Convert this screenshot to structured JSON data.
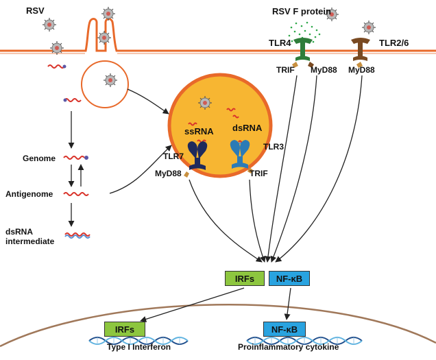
{
  "labels": {
    "rsv": "RSV",
    "rsv_f_protein": "RSV F protein",
    "tlr4": "TLR4",
    "tlr2_6": "TLR2/6",
    "trif_top": "TRIF",
    "myd88_tlr4": "MyD88",
    "myd88_tlr26": "MyD88",
    "ssrna": "ssRNA",
    "dsrna": "dsRNA",
    "tlr7": "TLR7",
    "tlr3": "TLR3",
    "myd88_endo": "MyD88",
    "trif_endo": "TRIF",
    "genome": "Genome",
    "antigenome": "Antigenome",
    "dsrna_intermediate_1": "dsRNA",
    "dsrna_intermediate_2": "intermediate",
    "irfs": "IRFs",
    "nfkb": "NF-κB",
    "irfs_nucleus": "IRFs",
    "nfkb_nucleus": "NF-κB",
    "type_i_interferon": "Type I Interferon",
    "proinflammatory_cytokine": "Proinflammatory cytokine"
  },
  "colors": {
    "membrane": "#e8692a",
    "endosome_fill": "#f7b632",
    "endosome_border": "#e8692a",
    "nucleus_membrane": "#a0785a",
    "irfs_box": "#8dc63f",
    "nfkb_box": "#29a3e0",
    "tlr4": "#2f7d3a",
    "tlr2_6": "#7a4a22",
    "tlr7": "#1f2a5c",
    "tlr3": "#2c7bb6",
    "adaptor": "#c89040",
    "rna": "#d9342b",
    "virus": "#8a8a8a"
  }
}
